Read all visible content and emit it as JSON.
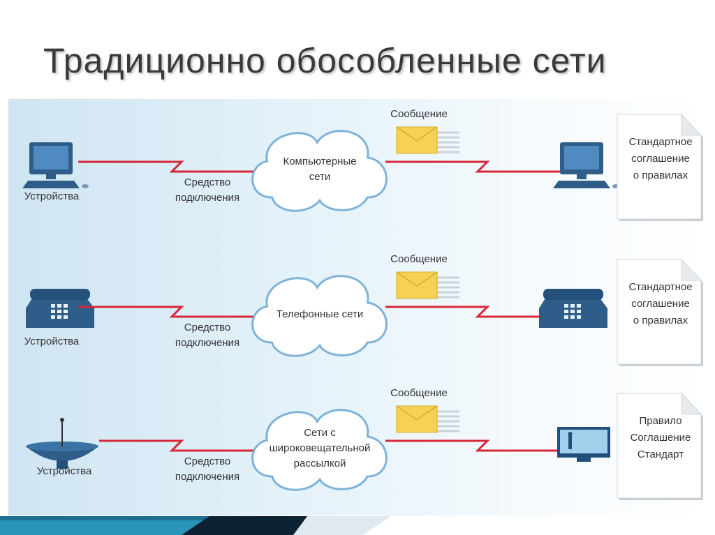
{
  "title": "Традиционно обособленные сети",
  "rows": [
    {
      "device_type": "computer",
      "device_icon": "computer-icon",
      "device_label": "Устройства",
      "link_label": [
        "Средство",
        "подключения"
      ],
      "cloud_label": [
        "Компьютерные",
        "сети"
      ],
      "message_label": "Сообщение",
      "doc_lines": [
        "Стандартное",
        "соглашение",
        "о правилах"
      ]
    },
    {
      "device_type": "phone",
      "device_icon": "telephone-icon",
      "device_label": "Устройства",
      "link_label": [
        "Средство",
        "подключения"
      ],
      "cloud_label": [
        "Телефонные сети"
      ],
      "message_label": "Сообщение",
      "doc_lines": [
        "Стандартное",
        "соглашение",
        "о правилах"
      ]
    },
    {
      "device_type": "dish",
      "device_icon": "satellite-dish-icon",
      "device_label": "Устройства",
      "link_label": [
        "Средство",
        "подключения"
      ],
      "cloud_label": [
        "Сети с",
        "широковещательной",
        "рассылкой"
      ],
      "message_label": "Сообщение",
      "doc_lines": [
        "Правило",
        "Соглашение",
        "Стандарт"
      ],
      "receiver_type": "tv"
    }
  ],
  "colors": {
    "link": "#d62839",
    "device": "#2e5d8a",
    "device_light": "#4f8bc0",
    "envelope": "#f5d155",
    "cloud_stroke": "#7fb2d8"
  }
}
